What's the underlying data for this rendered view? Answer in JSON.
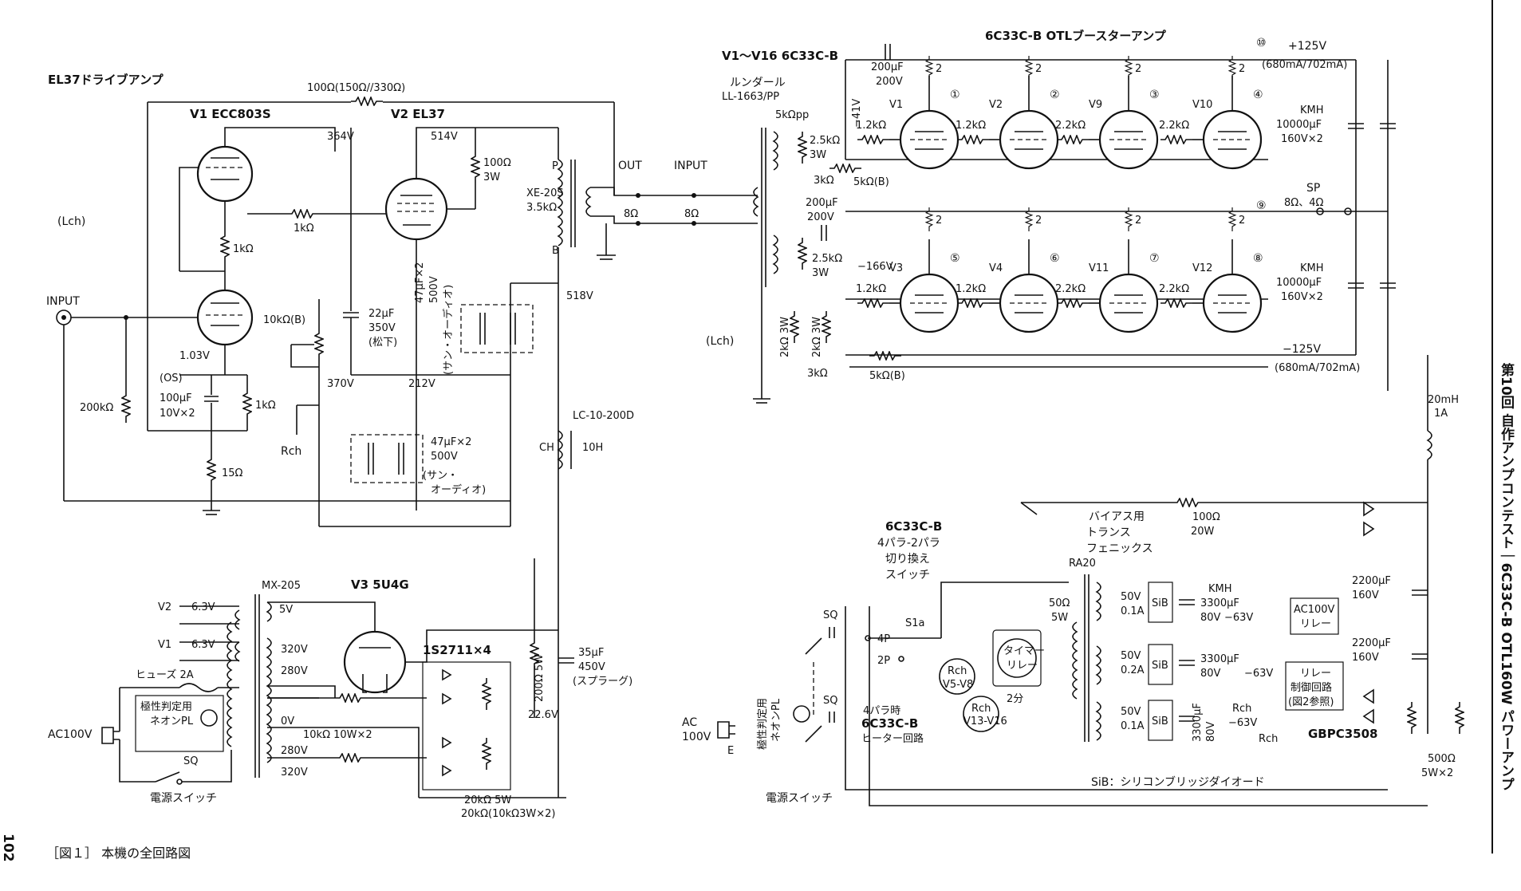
{
  "caption": "［図１］ 本機の全回路図",
  "page_number": "102",
  "side_title": "第10回 自作アンプコンテスト｜6C33C-B OTL160W パワーアンプ",
  "driver": {
    "title": "EL37ドライブアンプ",
    "lch": "(Lch)",
    "input": "INPUT",
    "v1": "V1 ECC803S",
    "v2": "V2 EL37",
    "v3": "V3 5U4G",
    "r_feedback": "100Ω(150Ω//330Ω)",
    "v364": "364V",
    "v514": "514V",
    "r100": "100Ω",
    "r100w": "3W",
    "r1k_a": "1kΩ",
    "r1k_b": "1kΩ",
    "r1k_c": "1kΩ",
    "v103": "1.03V",
    "os": "(OS)",
    "c100": "100μF",
    "c100v": "10V×2",
    "r200k": "200kΩ",
    "r15": "15Ω",
    "pot10k": "10kΩ(B)",
    "c22": "22μF",
    "c22v": "350V",
    "c22m": "(松下)",
    "c47a": "47μF×2",
    "c47a_v": "500V",
    "c47a_m": "(サン・オーディオ)",
    "c47b": "47μF×2",
    "c47b_v": "500V",
    "c47b_m1": "(サン・",
    "c47b_m2": "オーディオ)",
    "v370": "370V",
    "v212": "212V",
    "v518": "518V",
    "rch": "Rch",
    "xe": "XE-20S",
    "xe_z": "3.5kΩ",
    "p": "P",
    "b": "B",
    "out": "OUT",
    "out_z": "8Ω",
    "in2": "INPUT",
    "in2_z": "8Ω",
    "choke": "LC-10-200D",
    "ch": "CH",
    "ch_h": "10H",
    "mx": "MX-205",
    "h5v": "5V",
    "v2h": "V2",
    "v1h": "V1",
    "h63a": "6.3V",
    "h63b": "6.3V",
    "fuse": "ヒューズ 2A",
    "neon1": "極性判定用",
    "neon2": "ネオンPL",
    "ac": "AC100V",
    "sq": "SQ",
    "psw": "電源スイッチ",
    "t320a": "320V",
    "t280a": "280V",
    "t0": "0V",
    "t280b": "280V",
    "t320b": "320V",
    "r10k": "10kΩ 10W×2",
    "diodes": "1S2711×4",
    "r200": "200Ω 5W",
    "v226": "22.6V",
    "c35": "35μF",
    "c35v": "450V",
    "c35m": "(スプラーグ)",
    "r20k": "20kΩ 5W",
    "r20k2": "20kΩ(10kΩ3W×2)"
  },
  "otl": {
    "title": "6C33C-B OTLブースターアンプ",
    "tubes": "V1～V16 6C33C-B",
    "lundahl": "ルンダール",
    "lundahl_pn": "LL-1663/PP",
    "z5k": "5kΩpp",
    "r25k_a": "2.5kΩ",
    "r25k_a_w": "3W",
    "r3k_a": "3kΩ",
    "pot5k_a": "5kΩ(B)",
    "c200a": "200μF",
    "c200a_v": "200V",
    "c200b": "200μF",
    "c200b_v": "200V",
    "m41": "−41V",
    "m166": "−166V",
    "r25k_b": "2.5kΩ",
    "r25k_b_w": "3W",
    "r2k_a": "2kΩ 3W",
    "r2k_b": "2kΩ 3W",
    "r3k_b": "3kΩ",
    "pot5k_b": "5kΩ(B)",
    "lch": "(Lch)",
    "grid_r": [
      "1.2kΩ",
      "1.2kΩ",
      "2.2kΩ",
      "2.2kΩ",
      "1.2kΩ",
      "1.2kΩ",
      "2.2kΩ",
      "2.2kΩ"
    ],
    "tube_labels": [
      "V1",
      "V2",
      "V9",
      "V10",
      "V3",
      "V4",
      "V11",
      "V12"
    ],
    "taps": [
      "①",
      "②",
      "③",
      "④",
      "⑤",
      "⑥",
      "⑦",
      "⑧",
      "⑨",
      "⑩"
    ],
    "two": "2",
    "p125": "+125V",
    "p125i": "(680mA/702mA)",
    "m125": "−125V",
    "m125i": "(680mA/702mA)",
    "kmh": "KMH",
    "kmh_c": "10000μF",
    "kmh_v": "160V×2",
    "sp": "SP",
    "sp_z": "8Ω、4Ω",
    "l20": "20mH",
    "l20i": "1A",
    "sw_title": "6C33C-B",
    "sw1": "4パラ-2パラ",
    "sw2": "切り換え",
    "sw3": "スイッチ",
    "s1a": "S1a",
    "p4": "4P",
    "p2": "2P",
    "bias1": "バイアス用",
    "bias2": "トランス",
    "bias3": "フェニックス",
    "bias4": "RA20",
    "r100w": "100Ω",
    "r100w_w": "20W",
    "r50": "50Ω",
    "r50w": "5W",
    "timer1": "タイマー",
    "timer2": "リレー",
    "timer_t": "2分",
    "rch1": "Rch",
    "rch1b": "V5-V8",
    "rch2": "Rch",
    "rch2b": "V13-V16",
    "heater1": "4パラ時",
    "heater2": "6C33C-B",
    "heater3": "ヒーター回路",
    "w50a": "50V",
    "w50a_i": "0.1A",
    "w50b": "50V",
    "w50b_i": "0.2A",
    "w50c": "50V",
    "w50c_i": "0.1A",
    "sib": "SiB",
    "kmh2": "KMH",
    "c3300a": "3300μF",
    "c3300a_v": "80V",
    "m63a": "−63V",
    "c3300b": "3300μF",
    "c3300b_v": "80V",
    "m63b": "−63V",
    "c3300c": "3300μF",
    "c3300c_v": "80V",
    "rch3": "Rch",
    "m63c": "−63V",
    "rch4": "Rch",
    "relay1": "AC100V",
    "relay2": "リレー",
    "ctl1": "リレー",
    "ctl2": "制御回路",
    "ctl3": "(図2参照)",
    "c2200a": "2200μF",
    "c2200a_v": "160V",
    "c2200b": "2200μF",
    "c2200b_v": "160V",
    "gbpc": "GBPC3508",
    "r500": "500Ω",
    "r500w": "5W×2",
    "sib_note": "SiB：シリコンブリッジダイオード",
    "ac": "AC",
    "ac2": "100V",
    "e": "E",
    "neon1": "極性判定用",
    "neon2": "ネオンPL",
    "sq": "SQ",
    "psw": "電源スイッチ"
  }
}
